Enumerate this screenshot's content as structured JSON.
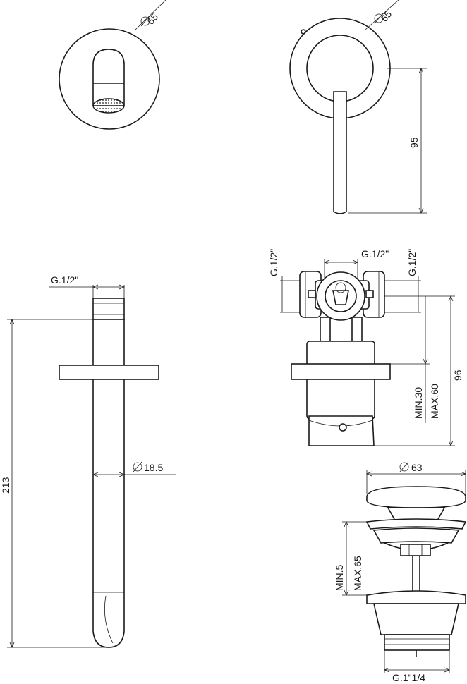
{
  "labels": {
    "dia_spout_flange": "65",
    "dia_handle_flange": "65",
    "handle_height": "95",
    "spout_thread": "G.1/2\"",
    "spout_length": "213",
    "spout_dia": "18.5",
    "body_thread_left": "G.1/2\"",
    "body_thread_top": "G.1/2\"",
    "body_thread_right": "G.1/2\"",
    "body_depth": "96",
    "body_wall_min": "MIN.30",
    "body_wall_max": "MAX.60",
    "waste_dia": "63",
    "waste_min": "MIN.5",
    "waste_max": "MAX.65",
    "waste_thread": "G.1\"1/4"
  },
  "colors": {
    "line": "#1a1a1a",
    "background": "#ffffff"
  },
  "icons": {
    "diameter": "diameter-symbol"
  }
}
